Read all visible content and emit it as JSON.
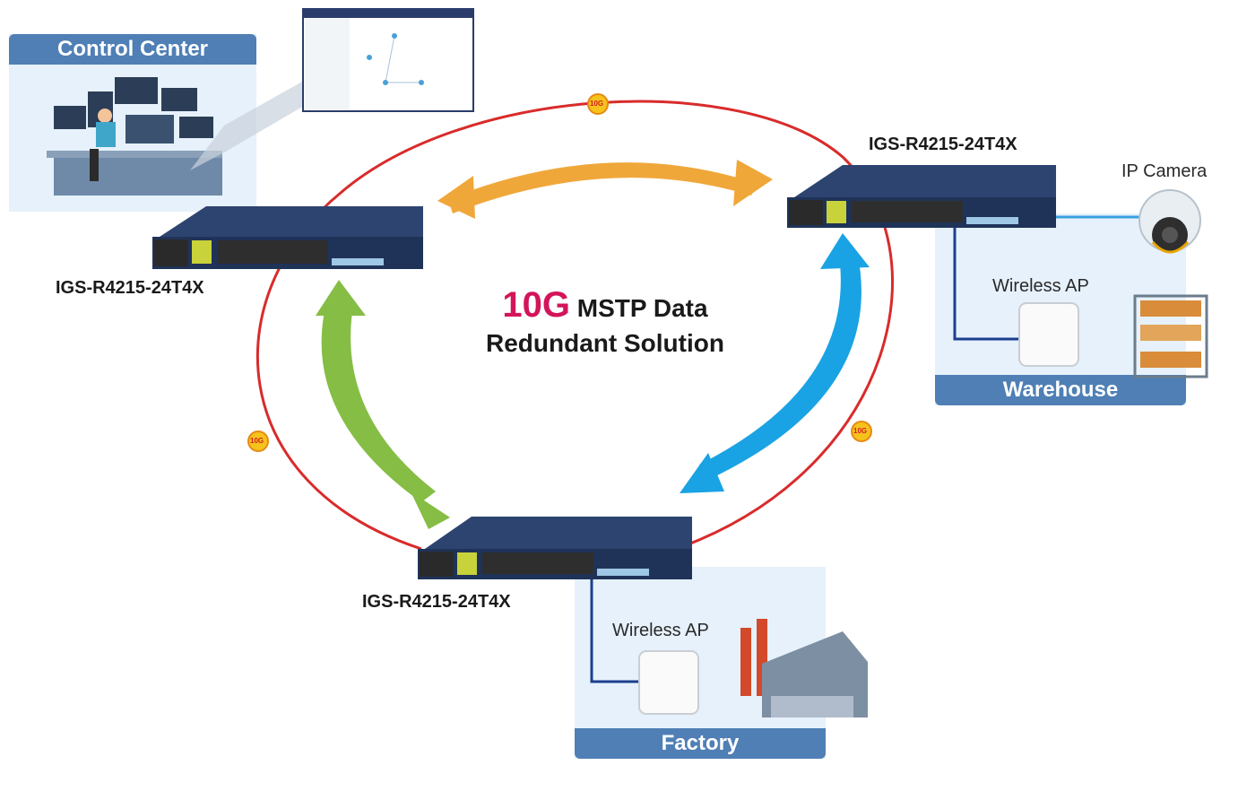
{
  "center_title": {
    "highlight": "10G",
    "line1_rest": " MSTP Data",
    "line2": "Redundant Solution"
  },
  "switches": {
    "left": {
      "label": "IGS-R4215-24T4X"
    },
    "right": {
      "label": "IGS-R4215-24T4X"
    },
    "bottom": {
      "label": "IGS-R4215-24T4X"
    }
  },
  "link_badges": {
    "top": "10G",
    "left": "10G",
    "right": "10G"
  },
  "control_center": {
    "title": "Control Center"
  },
  "warehouse": {
    "title": "Warehouse",
    "camera_label": "IP Camera",
    "ap_label": "Wireless AP"
  },
  "factory": {
    "title": "Factory",
    "ap_label": "Wireless AP"
  },
  "colors": {
    "ring": "#d92b2b",
    "arrow_top": "#f0a73a",
    "arrow_left": "#86bd45",
    "arrow_right": "#1aa3e4",
    "panel_bg": "#e6f1fb",
    "panel_title": "#4f7fb5",
    "accent": "#d3145a",
    "switch_body": "#1f3358"
  }
}
